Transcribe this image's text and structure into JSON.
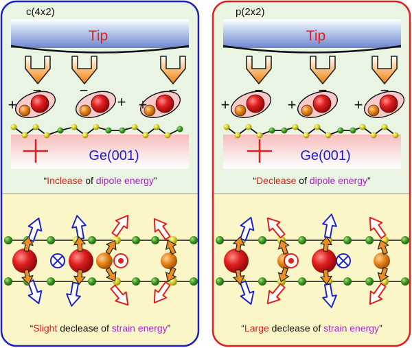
{
  "panels": [
    {
      "id": "c4x2",
      "reconstruction": "c(4x2)",
      "tip_label": "Tip",
      "surface_label": "Ge(001)",
      "dipole_caption": {
        "q_open": "“",
        "word1": "Inclease",
        "mid": " of ",
        "word2": "dipole energy",
        "q_close": "”"
      },
      "strain_caption": {
        "q_open": "“",
        "word1": "Slight",
        "mid": " declease of ",
        "word2": "strain energy",
        "q_close": "”"
      },
      "frame_color": "#1b22c8"
    },
    {
      "id": "p2x2",
      "reconstruction": "p(2x2)",
      "tip_label": "Tip",
      "surface_label": "Ge(001)",
      "dipole_caption": {
        "q_open": "“",
        "word1": "Declease",
        "mid": " of ",
        "word2": "dipole energy",
        "q_close": "”"
      },
      "strain_caption": {
        "q_open": "“",
        "word1": "Large",
        "mid": " declease of ",
        "word2": "strain energy",
        "q_close": "”"
      },
      "frame_color": "#e0201b"
    }
  ],
  "symbols": {
    "minus": "−",
    "plus": "+"
  },
  "colors": {
    "blue_frame": "#1b22c8",
    "red_frame": "#e0201b",
    "tip_text": "#e0201b",
    "surface_text": "#1b22c8",
    "highlight_red": "#e0201b",
    "highlight_purple": "#b11fd1",
    "upper_bg": "#e9f5e2",
    "lower_bg": "#fbf6c8",
    "ge_big_atom": "#d71d1d",
    "ge_small_atom": "#e0801a",
    "ge_bulk_atom": "#4d9a2e",
    "ge_sub_atom": "#d6d02a"
  }
}
